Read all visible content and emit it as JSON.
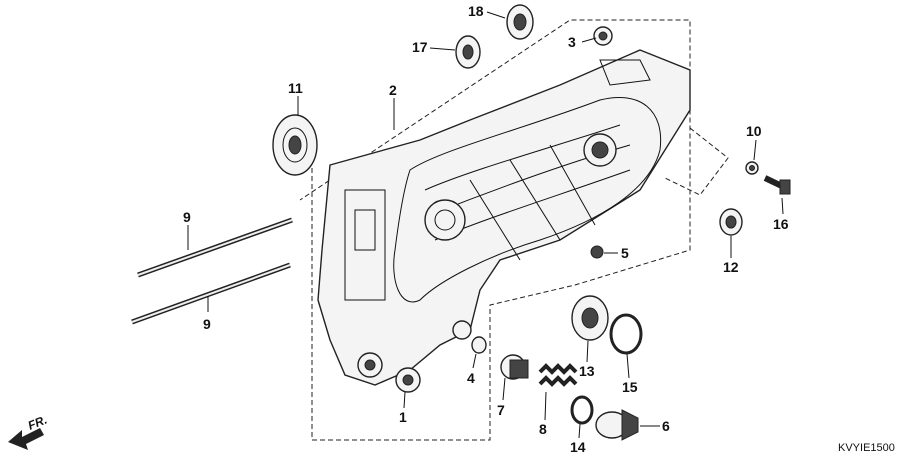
{
  "diagram": {
    "code": "KVYIE1500",
    "direction_label": "FR.",
    "callouts": [
      {
        "id": "c1",
        "label": "1"
      },
      {
        "id": "c2",
        "label": "2"
      },
      {
        "id": "c3",
        "label": "3"
      },
      {
        "id": "c4",
        "label": "4"
      },
      {
        "id": "c5",
        "label": "5"
      },
      {
        "id": "c6",
        "label": "6"
      },
      {
        "id": "c7",
        "label": "7"
      },
      {
        "id": "c8",
        "label": "8"
      },
      {
        "id": "c9a",
        "label": "9"
      },
      {
        "id": "c9b",
        "label": "9"
      },
      {
        "id": "c10",
        "label": "10"
      },
      {
        "id": "c11",
        "label": "11"
      },
      {
        "id": "c12",
        "label": "12"
      },
      {
        "id": "c13",
        "label": "13"
      },
      {
        "id": "c14",
        "label": "14"
      },
      {
        "id": "c15",
        "label": "15"
      },
      {
        "id": "c16",
        "label": "16"
      },
      {
        "id": "c17",
        "label": "17"
      },
      {
        "id": "c18",
        "label": "18"
      }
    ]
  }
}
